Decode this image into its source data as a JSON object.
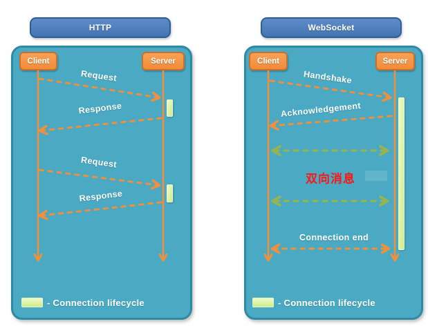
{
  "colors": {
    "panel_teal": "#4AAAC4",
    "panel_border": "#2E89A4",
    "title_blue": "#4F81BD",
    "title_border": "#2F5B9B",
    "actor_orange": "#F79646",
    "actor_border": "#C8702E",
    "arrow_orange": "#F0903E",
    "arrow_green": "#97B453",
    "lifecycle_green": "#D9F59E",
    "note_red": "#FD1616",
    "label_white": "#FFFFFF"
  },
  "http_diagram": {
    "title": "HTTP",
    "client_label": "Client",
    "server_label": "Server",
    "messages": {
      "request1": "Request",
      "response1": "Response",
      "request2": "Request",
      "response2": "Response"
    },
    "legend_label": "- Connection lifecycle"
  },
  "websocket_diagram": {
    "title": "WebSocket",
    "client_label": "Client",
    "server_label": "Server",
    "messages": {
      "handshake": "Handshake",
      "acknowledgement": "Acknowledgement",
      "bidirectional_note": "双向消息",
      "connection_end": "Connection end"
    },
    "legend_label": "- Connection lifecycle"
  }
}
